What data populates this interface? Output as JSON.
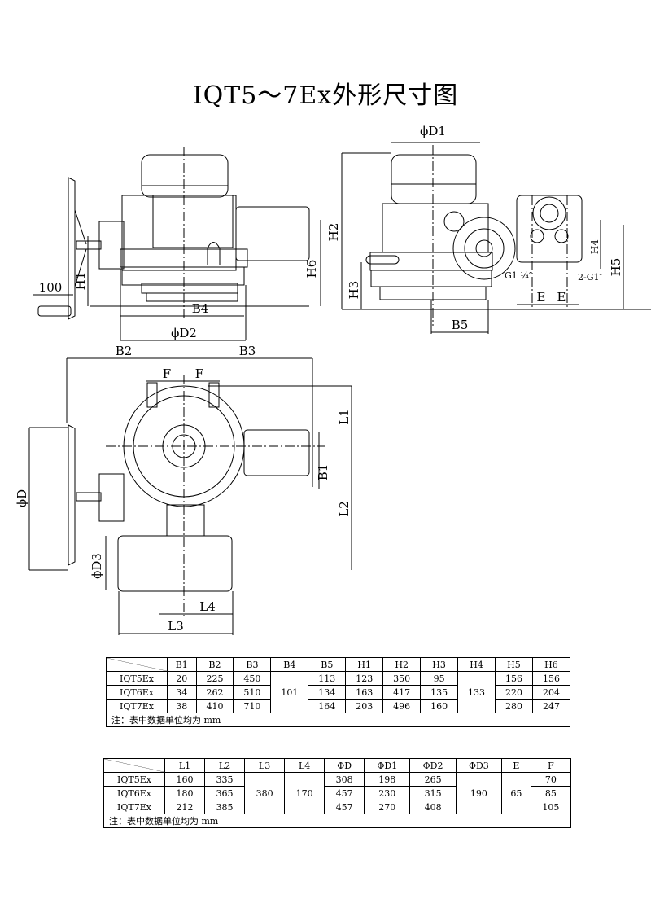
{
  "title": "IQT5～7Ex外形尺寸图",
  "drawing_labels": {
    "phiD1": "ϕD1",
    "H2": "H2",
    "H3": "H3",
    "H4": "H4",
    "H5": "H5",
    "B5": "B5",
    "E1": "E",
    "E2": "E",
    "G1": "G1 ¼″",
    "G2": "2-G1″",
    "dim100": "100",
    "H1": "H1",
    "H6": "H6",
    "B4": "B4",
    "phiD2": "ϕD2",
    "B2": "B2",
    "B3": "B3",
    "F1": "F",
    "F2": "F",
    "L1": "L1",
    "B1": "B1",
    "L2": "L2",
    "phiD": "ϕD",
    "phiD3": "ϕD3",
    "L4": "L4",
    "L3": "L3"
  },
  "table1": {
    "headers": [
      "B1",
      "B2",
      "B3",
      "B4",
      "B5",
      "H1",
      "H2",
      "H3",
      "H4",
      "H5",
      "H6"
    ],
    "rows": [
      {
        "model": "IQT5Ex",
        "B1": "20",
        "B2": "225",
        "B3": "450",
        "B5": "113",
        "H1": "123",
        "H2": "350",
        "H3": "95",
        "H5": "156",
        "H6": "156"
      },
      {
        "model": "IQT6Ex",
        "B1": "34",
        "B2": "262",
        "B3": "510",
        "B5": "134",
        "H1": "163",
        "H2": "417",
        "H3": "135",
        "H5": "220",
        "H6": "204"
      },
      {
        "model": "IQT7Ex",
        "B1": "38",
        "B2": "410",
        "B3": "710",
        "B5": "164",
        "H1": "203",
        "H2": "496",
        "H3": "160",
        "H5": "280",
        "H6": "247"
      }
    ],
    "B4_merged": "101",
    "H4_merged": "133",
    "note": "注：表中数据单位均为 mm"
  },
  "table2": {
    "headers": [
      "L1",
      "L2",
      "L3",
      "L4",
      "ΦD",
      "ΦD1",
      "ΦD2",
      "ΦD3",
      "E",
      "F"
    ],
    "rows": [
      {
        "model": "IQT5Ex",
        "L1": "160",
        "L2": "335",
        "PD": "308",
        "PD1": "198",
        "PD2": "265",
        "F": "70"
      },
      {
        "model": "IQT6Ex",
        "L1": "180",
        "L2": "365",
        "PD": "457",
        "PD1": "230",
        "PD2": "315",
        "F": "85"
      },
      {
        "model": "IQT7Ex",
        "L1": "212",
        "L2": "385",
        "PD": "457",
        "PD1": "270",
        "PD2": "408",
        "F": "105"
      }
    ],
    "L3_merged": "380",
    "L4_merged": "170",
    "PD3_merged": "190",
    "E_merged": "65",
    "note": "注：表中数据单位均为 mm"
  }
}
